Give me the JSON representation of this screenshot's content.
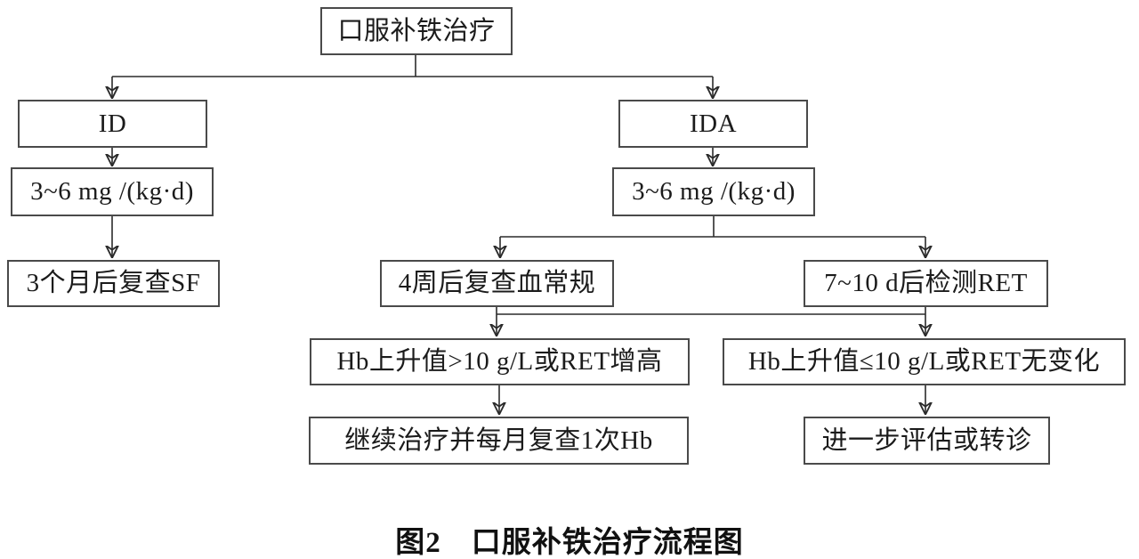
{
  "figure": {
    "caption_number": "图2",
    "caption_title": "口服补铁治疗流程图"
  },
  "nodes": {
    "root": "口服补铁治疗",
    "id": "ID",
    "ida": "IDA",
    "dose_id": "3~6 mg /(kg·d)",
    "dose_ida": "3~6 mg /(kg·d)",
    "recheck_sf": "3个月后复查SF",
    "recheck_blood": "4周后复查血常规",
    "check_ret": "7~10 d后检测RET",
    "hb_rise": "Hb上升值>10 g/L或RET增高",
    "hb_no_rise": "Hb上升值≤10 g/L或RET无变化",
    "continue_monthly": "继续治疗并每月复查1次Hb",
    "further_eval": "进一步评估或转诊"
  },
  "edges": [
    {
      "from": "root",
      "to": "id"
    },
    {
      "from": "root",
      "to": "ida"
    },
    {
      "from": "id",
      "to": "dose_id"
    },
    {
      "from": "dose_id",
      "to": "recheck_sf"
    },
    {
      "from": "ida",
      "to": "dose_ida"
    },
    {
      "from": "dose_ida",
      "to": "recheck_blood"
    },
    {
      "from": "dose_ida",
      "to": "check_ret"
    },
    {
      "from": "recheck_blood",
      "to": "hb_rise"
    },
    {
      "from": "check_ret",
      "to": "hb_no_rise"
    },
    {
      "from": "hb_rise",
      "to": "continue_monthly"
    },
    {
      "from": "hb_no_rise",
      "to": "further_eval"
    }
  ],
  "colors": {
    "line": "#2b2b2b",
    "box_border": "#4a4a4a",
    "text": "#1b1b1b",
    "background": "#ffffff"
  }
}
